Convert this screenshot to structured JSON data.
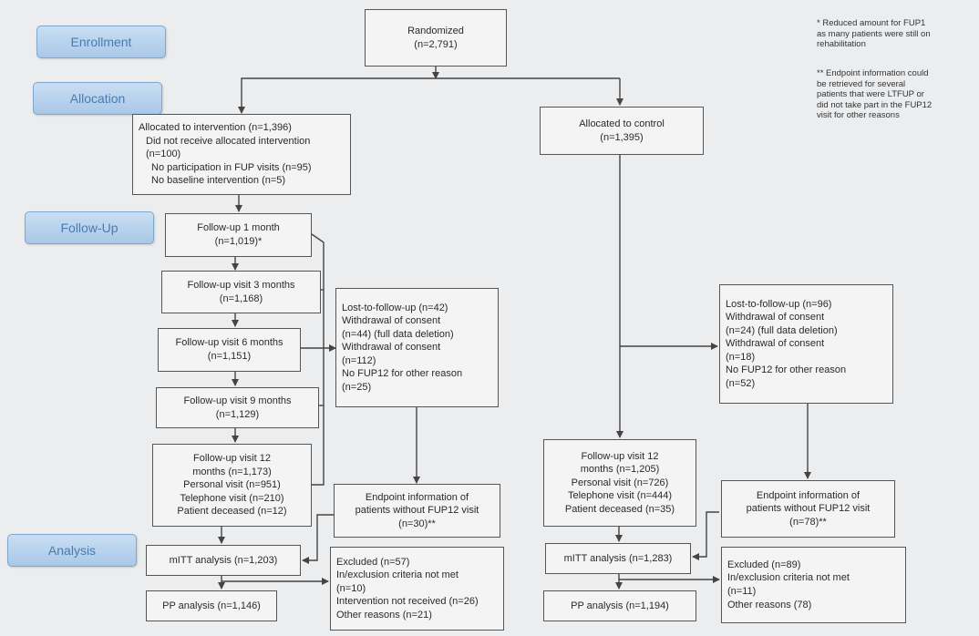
{
  "stages": {
    "enrollment": "Enrollment",
    "allocation": "Allocation",
    "follow_up": "Follow-Up",
    "analysis": "Analysis"
  },
  "notes": {
    "note1": [
      "* Reduced amount for FUP1",
      "as many patients were still on",
      "rehabilitation"
    ],
    "note2": [
      "** Endpoint information could",
      "be retrieved for several",
      "patients that were LTFUP or",
      "did not take part in the FUP12",
      "visit for other reasons"
    ]
  },
  "randomized": [
    "Randomized",
    "(n=2,791)"
  ],
  "intervention": {
    "allocated": [
      "Allocated to intervention  (n=1,396)",
      "Did not receive allocated intervention",
      "(n=100)",
      "No participation in FUP visits (n=95)",
      "No baseline intervention (n=5)"
    ],
    "fu1": [
      "Follow-up 1 month",
      "(n=1,019)*"
    ],
    "fu3": [
      "Follow-up visit 3 months",
      "(n=1,168)"
    ],
    "fu6": [
      "Follow-up visit 6 months",
      "(n=1,151)"
    ],
    "fu9": [
      "Follow-up visit 9 months",
      "(n=1,129)"
    ],
    "fu12": [
      "Follow-up visit 12",
      "months (n=1,173)",
      "Personal visit (n=951)",
      "Telephone visit (n=210)",
      "Patient deceased (n=12)"
    ],
    "lost": [
      "Lost-to-follow-up  (n=42)",
      "Withdrawal of consent",
      "(n=44) (full data deletion)",
      "Withdrawal of consent",
      "(n=112)",
      "No FUP12 for other reason",
      "(n=25)"
    ],
    "endpoint": [
      "Endpoint information of",
      "patients without FUP12 visit",
      "(n=30)**"
    ],
    "mitt": "mITT analysis (n=1,203)",
    "excluded": [
      "Excluded (n=57)",
      "In/exclusion criteria not met",
      "(n=10)",
      "Intervention not received (n=26)",
      "Other reasons (n=21)"
    ],
    "pp": "PP analysis (n=1,146)"
  },
  "control": {
    "allocated": [
      "Allocated to control",
      "(n=1,395)"
    ],
    "lost": [
      "Lost-to-follow-up  (n=96)",
      "Withdrawal of consent",
      "(n=24)  (full data deletion)",
      "Withdrawal of consent",
      "(n=18)",
      "No FUP12 for other reason",
      "(n=52)"
    ],
    "fu12": [
      "Follow-up visit 12",
      "months (n=1,205)",
      "Personal visit (n=726)",
      "Telephone visit (n=444)",
      "Patient deceased (n=35)"
    ],
    "endpoint": [
      "Endpoint information of",
      "patients without FUP12 visit",
      "(n=78)**"
    ],
    "mitt": "mITT analysis (n=1,283)",
    "excluded": [
      "Excluded (n=89)",
      "In/exclusion criteria not met",
      "(n=11)",
      "Other reasons (78)"
    ],
    "pp": "PP analysis (n=1,194)"
  }
}
